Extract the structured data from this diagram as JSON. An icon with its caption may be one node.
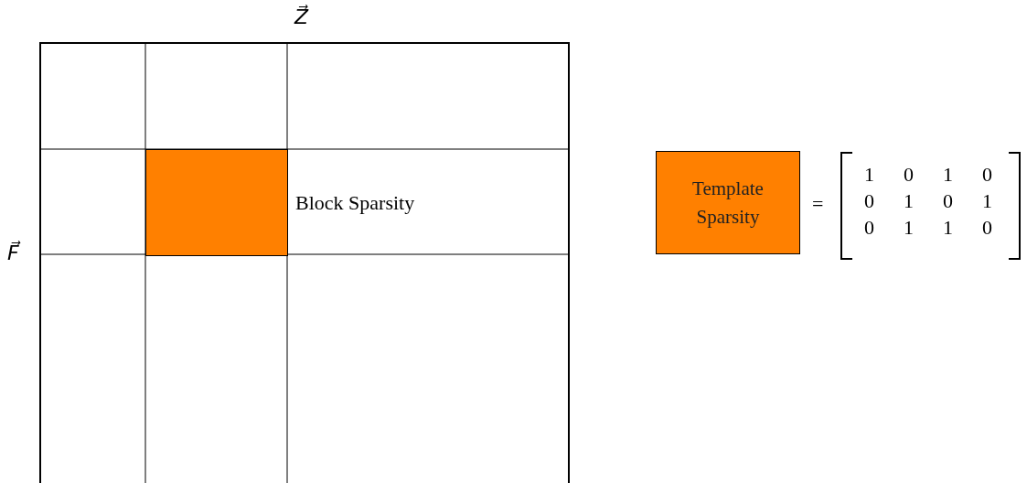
{
  "diagram": {
    "nodes": [
      {
        "text": [],
        "shape": "box"
      },
      {
        "text": [],
        "shape": "box",
        "in": 0,
        "beside": [
          "Block Sparsity"
        ]
      },
      {
        "text": [
          "Template Sparsity"
        ]
      }
    ],
    "edges": [],
    "labels": [
      "Z⃗",
      "F⃗",
      "=",
      "1",
      "0",
      "1",
      "0",
      "0",
      "1",
      "0",
      "1",
      "0",
      "1",
      "1",
      "0"
    ]
  }
}
